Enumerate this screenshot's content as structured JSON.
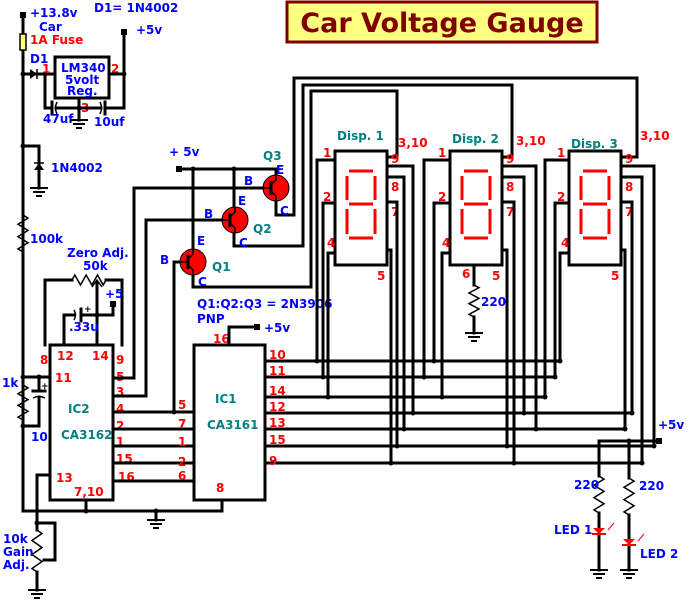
{
  "title": "Car Voltage Gauge",
  "colors": {
    "wire": "#000000",
    "label": "#0000ff",
    "pin": "#ff0000",
    "part": "#008080",
    "title_text": "#800000",
    "title_bg": "#ffff80",
    "transistor": "#ff0000",
    "segment": "#ff0000"
  },
  "power": {
    "supply": "+13.8v",
    "supply_sub": "Car",
    "fuse": "1A Fuse",
    "d1_note": "D1= 1N4002",
    "d1": "D1",
    "reg_out": "+5v",
    "q_supply": "+ 5v",
    "pot_supply": "+5",
    "ic1_supply": "+5v",
    "led_supply": "+5v"
  },
  "regulator": {
    "name": "LM340",
    "line2": "5volt",
    "line3": "Reg.",
    "pin1": "1",
    "pin2": "2",
    "pin3": "3",
    "cap_in": "47uf",
    "cap_out": "10uf"
  },
  "diode2": "1N4002",
  "r100k": "100k",
  "zero_adj": {
    "label": "Zero Adj.",
    "value": "50k",
    "cap": ".33u"
  },
  "r1k": "1k",
  "c10u": "10u",
  "gain_adj": {
    "value": "10k",
    "line2": "Gain",
    "line3": "Adj."
  },
  "ic2": {
    "name": "IC2",
    "part": "CA3162",
    "pins": {
      "p8": "8",
      "p12": "12",
      "p14": "14",
      "p9": "9",
      "p11": "11",
      "p5": "5",
      "p3": "3",
      "p4": "4",
      "p2": "2",
      "p1": "1",
      "p15": "15",
      "p16": "16",
      "p13": "13",
      "p7_10": "7,10"
    }
  },
  "ic1": {
    "name": "IC1",
    "part": "CA3161",
    "pin_top": "16",
    "pin_bottom": "8",
    "pins_in": [
      "5",
      "7",
      "1",
      "2",
      "6"
    ],
    "pins_out": [
      "10",
      "11",
      "14",
      "12",
      "13",
      "15",
      "9"
    ]
  },
  "transistors": {
    "note": "Q1:Q2:Q3 = 2N3906",
    "type": "PNP",
    "names": [
      "Q1",
      "Q2",
      "Q3"
    ],
    "emitter": "E",
    "base": "B",
    "collector": "C"
  },
  "displays": [
    {
      "name": "Disp. 1",
      "common": "3,10",
      "pins": [
        "1",
        "2",
        "4",
        "9",
        "8",
        "7",
        "5"
      ]
    },
    {
      "name": "Disp. 2",
      "common": "3,10",
      "pins": [
        "1",
        "2",
        "4",
        "9",
        "8",
        "7",
        "5"
      ],
      "dp_pin": "6",
      "dp_resistor": "220"
    },
    {
      "name": "Disp. 3",
      "common": "3,10",
      "pins": [
        "1",
        "2",
        "4",
        "9",
        "8",
        "7",
        "5"
      ]
    }
  ],
  "leds": [
    {
      "label": "LED 1",
      "resistor": "220"
    },
    {
      "label": "LED 2",
      "resistor": "220"
    }
  ]
}
